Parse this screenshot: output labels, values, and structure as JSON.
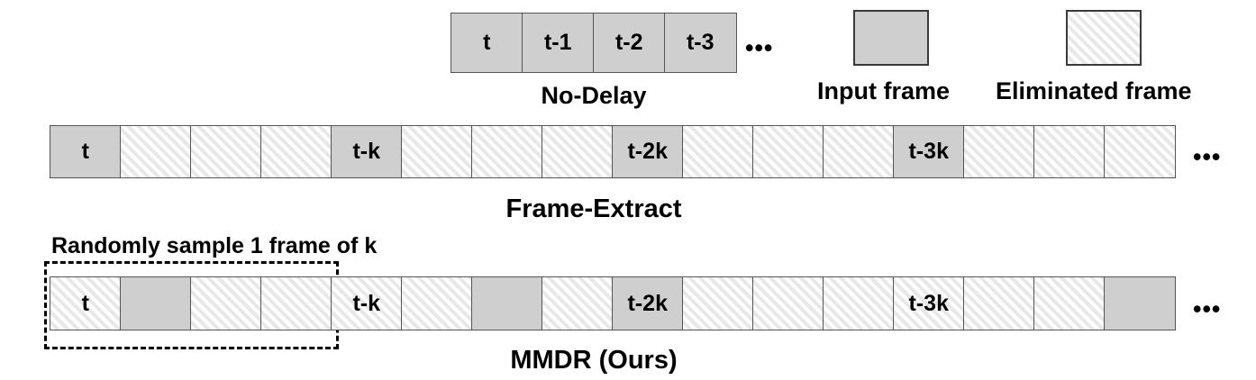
{
  "legend": {
    "input": {
      "label": "Input frame",
      "color": "#cfcfcf"
    },
    "eliminated": {
      "label": "Eliminated frame",
      "color": "#e8e8e8"
    }
  },
  "ellipsis": "•••",
  "rows": {
    "no_delay": {
      "caption": "No-Delay",
      "cells": [
        {
          "label": "t",
          "kind": "input"
        },
        {
          "label": "t-1",
          "kind": "input"
        },
        {
          "label": "t-2",
          "kind": "input"
        },
        {
          "label": "t-3",
          "kind": "input"
        }
      ]
    },
    "frame_extract": {
      "caption": "Frame-Extract",
      "cells": [
        {
          "label": "t",
          "kind": "input"
        },
        {
          "label": "",
          "kind": "eliminated"
        },
        {
          "label": "",
          "kind": "eliminated"
        },
        {
          "label": "",
          "kind": "eliminated"
        },
        {
          "label": "t-k",
          "kind": "input"
        },
        {
          "label": "",
          "kind": "eliminated"
        },
        {
          "label": "",
          "kind": "eliminated"
        },
        {
          "label": "",
          "kind": "eliminated"
        },
        {
          "label": "t-2k",
          "kind": "input"
        },
        {
          "label": "",
          "kind": "eliminated"
        },
        {
          "label": "",
          "kind": "eliminated"
        },
        {
          "label": "",
          "kind": "eliminated"
        },
        {
          "label": "t-3k",
          "kind": "input"
        },
        {
          "label": "",
          "kind": "eliminated"
        },
        {
          "label": "",
          "kind": "eliminated"
        },
        {
          "label": "",
          "kind": "eliminated"
        }
      ]
    },
    "mmdr": {
      "caption": "MMDR (Ours)",
      "annotation": "Randomly sample 1 frame of k",
      "cells": [
        {
          "label": "t",
          "kind": "eliminated"
        },
        {
          "label": "",
          "kind": "input"
        },
        {
          "label": "",
          "kind": "eliminated"
        },
        {
          "label": "",
          "kind": "eliminated"
        },
        {
          "label": "t-k",
          "kind": "eliminated"
        },
        {
          "label": "",
          "kind": "eliminated"
        },
        {
          "label": "",
          "kind": "input"
        },
        {
          "label": "",
          "kind": "eliminated"
        },
        {
          "label": "t-2k",
          "kind": "input"
        },
        {
          "label": "",
          "kind": "eliminated"
        },
        {
          "label": "",
          "kind": "eliminated"
        },
        {
          "label": "",
          "kind": "eliminated"
        },
        {
          "label": "t-3k",
          "kind": "eliminated"
        },
        {
          "label": "",
          "kind": "eliminated"
        },
        {
          "label": "",
          "kind": "eliminated"
        },
        {
          "label": "",
          "kind": "input"
        }
      ]
    }
  }
}
